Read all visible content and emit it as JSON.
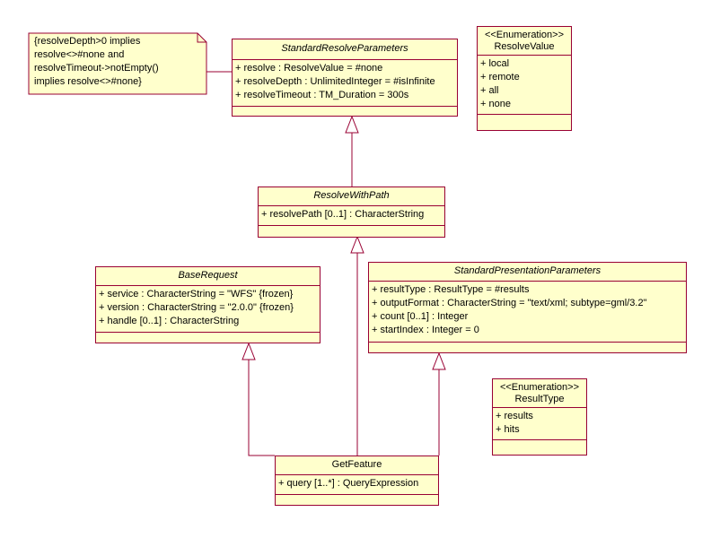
{
  "note": {
    "lines": [
      "{resolveDepth>0 implies",
      "resolve<>#none and",
      "resolveTimeout->notEmpty()",
      "implies resolve<>#none}"
    ]
  },
  "classes": {
    "standard_resolve_parameters": {
      "name": "StandardResolveParameters",
      "attributes": [
        "+ resolve : ResolveValue = #none",
        "+ resolveDepth : UnlimitedInteger = #isInfinite",
        "+ resolveTimeout : TM_Duration = 300s"
      ]
    },
    "resolve_value": {
      "stereotype": "<<Enumeration>>",
      "name": "ResolveValue",
      "attributes": [
        "+ local",
        "+ remote",
        "+ all",
        "+ none"
      ]
    },
    "resolve_with_path": {
      "name": "ResolveWithPath",
      "attributes": [
        "+ resolvePath [0..1] : CharacterString"
      ]
    },
    "base_request": {
      "name": "BaseRequest",
      "attributes": [
        "+ service : CharacterString = \"WFS\" {frozen}",
        "+ version : CharacterString = \"2.0.0\" {frozen}",
        "+ handle [0..1] : CharacterString"
      ]
    },
    "standard_presentation_parameters": {
      "name": "StandardPresentationParameters",
      "attributes": [
        "+ resultType : ResultType = #results",
        "+ outputFormat : CharacterString = \"text/xml; subtype=gml/3.2\"",
        "+ count [0..1] : Integer",
        "+ startIndex : Integer = 0"
      ]
    },
    "result_type": {
      "stereotype": "<<Enumeration>>",
      "name": "ResultType",
      "attributes": [
        "+ results",
        "+ hits"
      ]
    },
    "get_feature": {
      "name": "GetFeature",
      "attributes": [
        "+ query [1..*] : QueryExpression"
      ]
    }
  },
  "colors": {
    "border": "#990033",
    "fill": "#ffffcc"
  }
}
